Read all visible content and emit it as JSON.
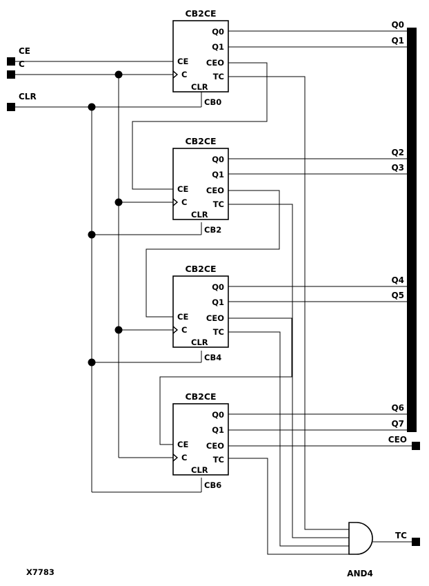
{
  "figure": {
    "id_label": "X7783",
    "description": "8-bit cascaded binary counter schematic built from four CB2CE 2-bit counters and one AND4 gate"
  },
  "inputs": [
    {
      "name": "CE",
      "label": "CE"
    },
    {
      "name": "C",
      "label": "C"
    },
    {
      "name": "CLR",
      "label": "CLR"
    }
  ],
  "blocks": [
    {
      "type": "CB2CE",
      "instance": "CB0",
      "inputs": [
        "CE",
        "C",
        "CLR"
      ],
      "outputs": [
        "Q0",
        "Q1",
        "CEO",
        "TC"
      ]
    },
    {
      "type": "CB2CE",
      "instance": "CB2",
      "inputs": [
        "CE",
        "C",
        "CLR"
      ],
      "outputs": [
        "Q0",
        "Q1",
        "CEO",
        "TC"
      ]
    },
    {
      "type": "CB2CE",
      "instance": "CB4",
      "inputs": [
        "CE",
        "C",
        "CLR"
      ],
      "outputs": [
        "Q0",
        "Q1",
        "CEO",
        "TC"
      ]
    },
    {
      "type": "CB2CE",
      "instance": "CB6",
      "inputs": [
        "CE",
        "C",
        "CLR"
      ],
      "outputs": [
        "Q0",
        "Q1",
        "CEO",
        "TC"
      ]
    }
  ],
  "gate": {
    "type": "AND4",
    "label": "AND4",
    "output": "TC"
  },
  "outputs": [
    {
      "name": "Q0",
      "label": "Q0"
    },
    {
      "name": "Q1",
      "label": "Q1"
    },
    {
      "name": "Q2",
      "label": "Q2"
    },
    {
      "name": "Q3",
      "label": "Q3"
    },
    {
      "name": "Q4",
      "label": "Q4"
    },
    {
      "name": "Q5",
      "label": "Q5"
    },
    {
      "name": "Q6",
      "label": "Q6"
    },
    {
      "name": "Q7",
      "label": "Q7"
    },
    {
      "name": "CEO",
      "label": "CEO"
    },
    {
      "name": "TC",
      "label": "TC"
    }
  ],
  "colors": {
    "background": "#ffffff",
    "ink": "#000000"
  }
}
